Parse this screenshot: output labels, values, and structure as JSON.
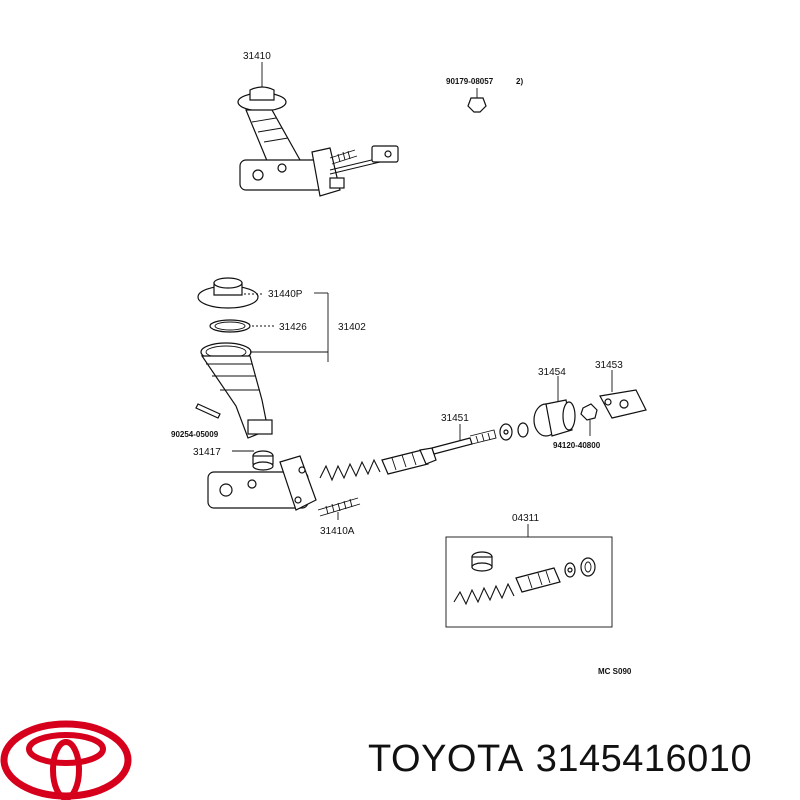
{
  "callouts": {
    "c31410": "31410",
    "c90179": "90179-08057",
    "c90179_note": "2)",
    "c31440P": "31440P",
    "c31426": "31426",
    "c31402": "31402",
    "c31451": "31451",
    "c31454": "31454",
    "c31453": "31453",
    "c90254": "90254-05009",
    "c94120": "94120-40800",
    "c31417": "31417",
    "c31410A": "31410A",
    "c04311": "04311"
  },
  "diagram_code": "MC  S090",
  "brand": {
    "name": "TOYOTA",
    "part_number": "3145416010",
    "logo_color": "#d6001c"
  }
}
